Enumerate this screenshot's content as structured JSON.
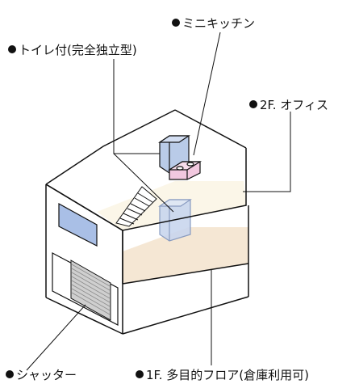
{
  "callouts": {
    "kitchen": "ミニキッチン",
    "toilet": "トイレ付(完全独立型)",
    "office": "2F. オフィス",
    "shutter": "シャッター",
    "floor1": "1F. 多目的フロア(倉庫利用可)"
  },
  "icons": {
    "bullet": "bullet-dot"
  },
  "colors": {
    "line": "#111111",
    "window": "#a9bfe6",
    "toilet_fill": "#b9cbe8",
    "kitchen_fill": "#f2c8df",
    "floor_fill": "#f3e3cc",
    "shutter_fill": "#cfcfcf"
  }
}
